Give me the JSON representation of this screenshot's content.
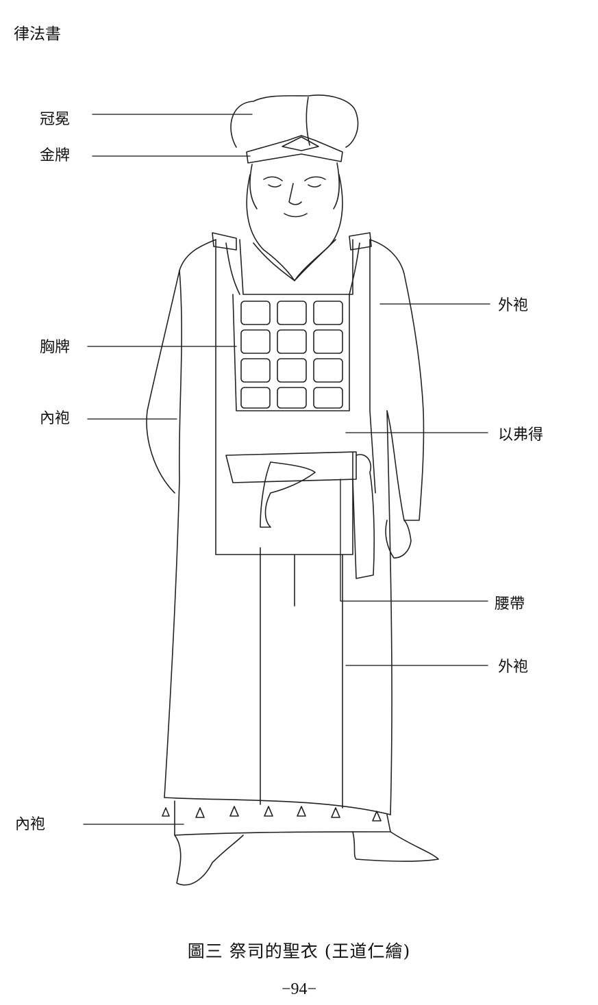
{
  "header": {
    "title": "律法書"
  },
  "labels": {
    "crown": "冠冕",
    "gold_plate": "金牌",
    "breastplate": "胸牌",
    "inner_robe_upper": "內袍",
    "outer_robe_upper": "外袍",
    "ephod": "以弗得",
    "sash": "腰帶",
    "outer_robe_lower": "外袍",
    "inner_robe_lower": "內袍"
  },
  "caption": "圖三  祭司的聖衣 (王道仁繪)",
  "page_number": "−94−"
}
